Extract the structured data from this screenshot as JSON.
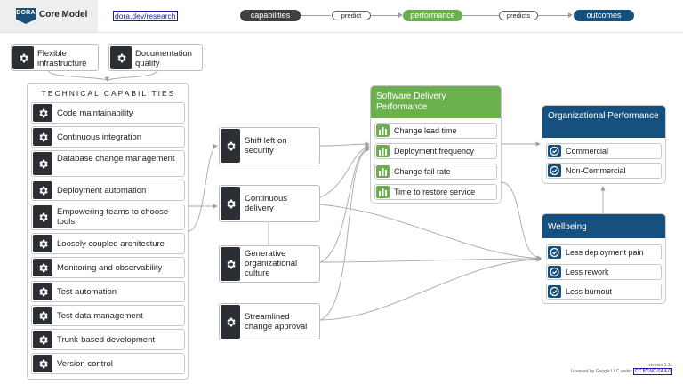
{
  "header": {
    "logo_text": "DORA",
    "title": "Core Model",
    "link": "dora.dev/research",
    "flow": {
      "capabilities": "capabilities",
      "predict": "predict",
      "performance": "performance",
      "predicts": "predicts",
      "outcomes": "outcomes"
    }
  },
  "top_capabilities": [
    {
      "label": "Flexible infrastructure"
    },
    {
      "label": "Documentation quality"
    }
  ],
  "technical": {
    "title": "TECHNICAL CAPABILITIES",
    "items": [
      "Code maintainability",
      "Continuous integration",
      "Database change management",
      "Deployment automation",
      "Empowering teams to choose tools",
      "Loosely coupled architecture",
      "Monitoring and observability",
      "Test automation",
      "Test data management",
      "Trunk-based development",
      "Version control"
    ]
  },
  "middle": [
    "Shift left on security",
    "Continuous delivery",
    "Generative organizational culture",
    "Streamlined change approval"
  ],
  "software_delivery": {
    "title": "Software Delivery Performance",
    "metrics": [
      "Change lead time",
      "Deployment frequency",
      "Change fail rate",
      "Time to restore service"
    ]
  },
  "organizational": {
    "title": "Organizational Performance",
    "items": [
      "Commercial",
      "Non-Commercial"
    ]
  },
  "wellbeing": {
    "title": "Wellbeing",
    "items": [
      "Less deployment pain",
      "Less rework",
      "Less burnout"
    ]
  },
  "footer": {
    "version": "version 1.11",
    "license_text": "Licensed by Google LLC under",
    "license_link": "CC BY-NC-SA 4.0"
  },
  "colors": {
    "dark": "#2b2f33",
    "green": "#6ab04c",
    "blue": "#16507e"
  }
}
